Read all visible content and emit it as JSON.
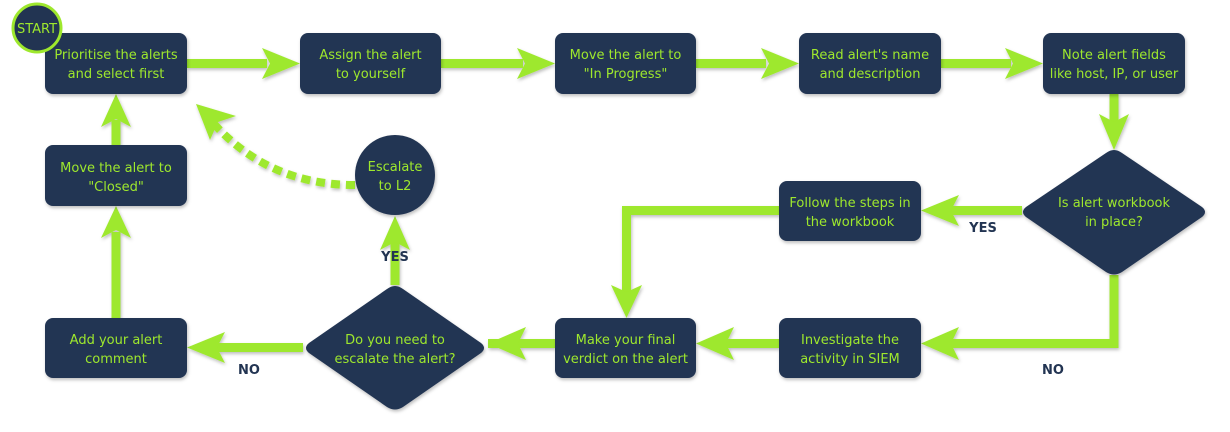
{
  "colors": {
    "node_fill": "#223452",
    "node_text": "#9ee82d",
    "arrow": "#9ee82d",
    "label_text": "#223452",
    "start_stroke": "#9ee82d"
  },
  "start": {
    "label": "START"
  },
  "nodes": {
    "prioritise": {
      "lines": [
        "Prioritise the alerts",
        "and select first"
      ]
    },
    "assign": {
      "lines": [
        "Assign the alert",
        "to yourself"
      ]
    },
    "in_progress": {
      "lines": [
        "Move the alert to",
        "\"In Progress\""
      ]
    },
    "read": {
      "lines": [
        "Read alert's name",
        "and description"
      ]
    },
    "note": {
      "lines": [
        "Note alert fields",
        "like host, IP, or user"
      ]
    },
    "workbook_decision": {
      "lines": [
        "Is alert workbook",
        "in place?"
      ]
    },
    "follow": {
      "lines": [
        "Follow the steps in",
        "the workbook"
      ]
    },
    "investigate": {
      "lines": [
        "Investigate the",
        "activity in SIEM"
      ]
    },
    "verdict": {
      "lines": [
        "Make your final",
        "verdict on the alert"
      ]
    },
    "escalate_decision": {
      "lines": [
        "Do you need to",
        "escalate the alert?"
      ]
    },
    "comment": {
      "lines": [
        "Add your alert",
        "comment"
      ]
    },
    "closed": {
      "lines": [
        "Move the alert to",
        "\"Closed\""
      ]
    },
    "escalate": {
      "lines": [
        "Escalate",
        "to L2"
      ]
    }
  },
  "edge_labels": {
    "workbook_yes": "YES",
    "workbook_no": "NO",
    "escalate_yes": "YES",
    "escalate_no": "NO"
  }
}
